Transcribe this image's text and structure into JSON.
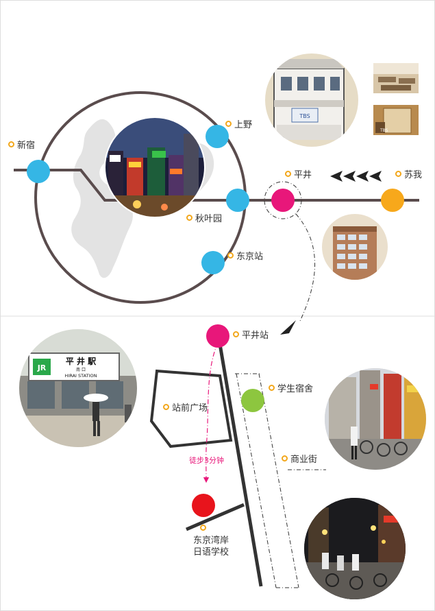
{
  "overview": {
    "stations": {
      "shinjuku": "新宿",
      "ueno": "上野",
      "akihabara": "秋叶园",
      "tokyo_station": "东京站",
      "hirai": "平井",
      "soga": "苏我"
    }
  },
  "detail": {
    "hirai_station": "平井站",
    "dormitory": "学生宿舍",
    "station_square": "站前广场",
    "shopping_street": "商业街",
    "walk_time": "徒步3分钟",
    "school_line1": "东京湾岸",
    "school_line2": "日语学校"
  },
  "photos": {
    "station_sign_title": "平 井 駅",
    "station_sign_sub": "南 口",
    "station_sign_en": "HIRAI STATION",
    "station_sign_logo": "JR",
    "building_sign": "TBS"
  },
  "colors": {
    "line": "#5a4c4d",
    "blue": "#35b6e5",
    "pink": "#e8177a",
    "orange": "#f7a81b",
    "green": "#8dc63f",
    "red": "#e8141c"
  }
}
